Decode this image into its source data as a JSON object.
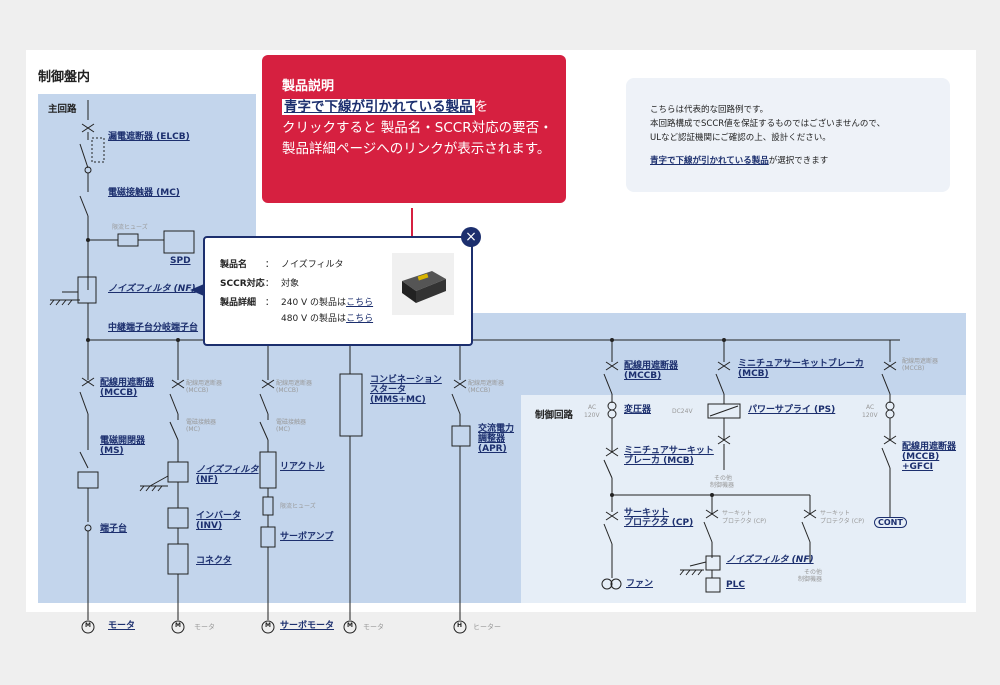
{
  "panel_title": "制御盤内",
  "main_circuit_label": "主回路",
  "control_circuit_label": "制御回路",
  "explanation": {
    "title": "製品説明",
    "highlight": "青字で下線が引かれている製品",
    "body_suffix": "を",
    "body_rest": "クリックすると 製品名・SCCR対応の要否・製品詳細ページへのリンクが表示されます。"
  },
  "note": {
    "lines": [
      "こちらは代表的な回路例です。",
      "本回路構成でSCCR値を保証するものではございませんので、",
      "ULなど認証機関にご確認の上、設計ください。"
    ],
    "link_text": "青字で下線が引かれている製品",
    "link_suffix": "が選択できます"
  },
  "popup": {
    "name_key": "製品名",
    "name_value": "ノイズフィルタ",
    "sccr_key": "SCCR対応",
    "sccr_value": "対象",
    "detail_key": "製品詳細",
    "detail_240_prefix": "240 V の製品は",
    "detail_480_prefix": "480 V の製品は",
    "link_text": "こちら",
    "colon": "：",
    "close_symbol": "×"
  },
  "main_labels": {
    "elcb": "漏電遮断器 (ELCB)",
    "mc": "電磁接触器 (MC)",
    "fuse_limit": "限流ヒューズ",
    "spd": "SPD",
    "nf": "ノイズフィルタ (NF)",
    "terminal_relay": "中継端子台分岐端子台",
    "mccb1_a": "配線用遮断器",
    "mccb1_b": "(MCCB)",
    "ms_a": "電磁開閉器",
    "ms_b": "(MS)",
    "terminal": "端子台",
    "motor": "モータ"
  },
  "branch_inv": {
    "mccb_a": "配線用遮断器",
    "mccb_b": "(MCCB)",
    "mc_a": "電磁接触器",
    "mc_b": "(MC)",
    "nf_a": "ノイズフィルタ",
    "nf_b": "(NF)",
    "inv_a": "インバータ",
    "inv_b": "(INV)",
    "connector": "コネクタ",
    "motor": "モータ"
  },
  "branch_servo": {
    "mccb_a": "配線用遮断器",
    "mccb_b": "(MCCB)",
    "mc_a": "電磁接触器",
    "mc_b": "(MC)",
    "reactor": "リアクトル",
    "fuse": "限流ヒューズ",
    "amp": "サーボアンプ",
    "motor": "サーボモータ"
  },
  "branch_mms": {
    "a": "コンビネーション",
    "b": "スタータ",
    "c": "(MMS+MC)",
    "motor": "モータ"
  },
  "branch_apr": {
    "mccb_a": "配線用遮断器",
    "mccb_b": "(MCCB)",
    "apr_a": "交流電力",
    "apr_b": "調整器",
    "apr_c": "(APR)",
    "heater": "ヒーター"
  },
  "control": {
    "mccb_a": "配線用遮断器",
    "mccb_b": "(MCCB)",
    "ac": "AC",
    "v120": "120V",
    "transformer": "変圧器",
    "mcb2_a": "ミニチュアサーキット",
    "mcb2_b": "ブレーカ (MCB)",
    "cp_a": "サーキット",
    "cp_b": "プロテクタ (CP)",
    "fan": "ファン",
    "mcb1_a": "ミニチュアサーキットブレーカ",
    "mcb1_b": "(MCB)",
    "dc24": "DC24V",
    "ps": "パワーサプライ (PS)",
    "other_ctrl_a": "その他",
    "other_ctrl_b": "制御機器",
    "cp_g_a": "サーキット",
    "cp_g_b": "プロテクタ (CP)",
    "nf": "ノイズフィルタ (NF)",
    "plc": "PLC",
    "other_ctrl2_a": "その他",
    "other_ctrl2_b": "制御機器",
    "mccb_g_a": "配線用遮断器",
    "mccb_g_b": "(MCCB)",
    "gfci_a": "配線用遮断器",
    "gfci_b": "(MCCB)",
    "gfci_c": "+GFCI",
    "cont": "CONT",
    "motor_symbol": "M",
    "heater_symbol": "H"
  }
}
